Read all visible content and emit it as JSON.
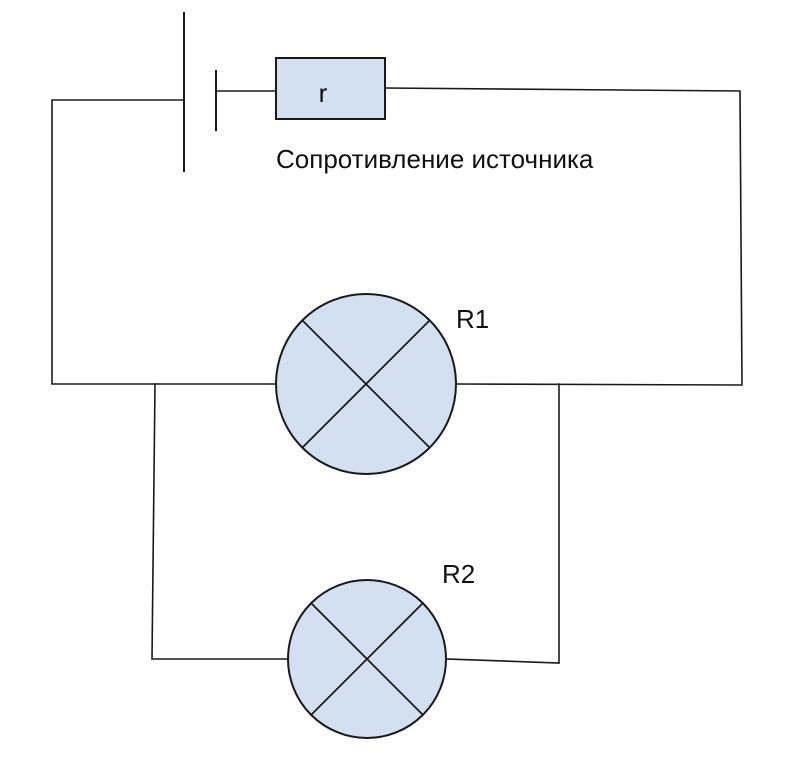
{
  "diagram": {
    "labels": {
      "internal_resistance": "r",
      "internal_resistance_caption": "Сопротивление источника",
      "lamp_1": "R1",
      "lamp_2": "R2"
    },
    "colors": {
      "component_fill": "#d3e0f1",
      "wire": "#1a1a1a",
      "background": "#ffffff"
    },
    "icons": {
      "battery": "battery-icon",
      "resistor": "resistor-icon",
      "lamp": "lamp-icon"
    }
  }
}
